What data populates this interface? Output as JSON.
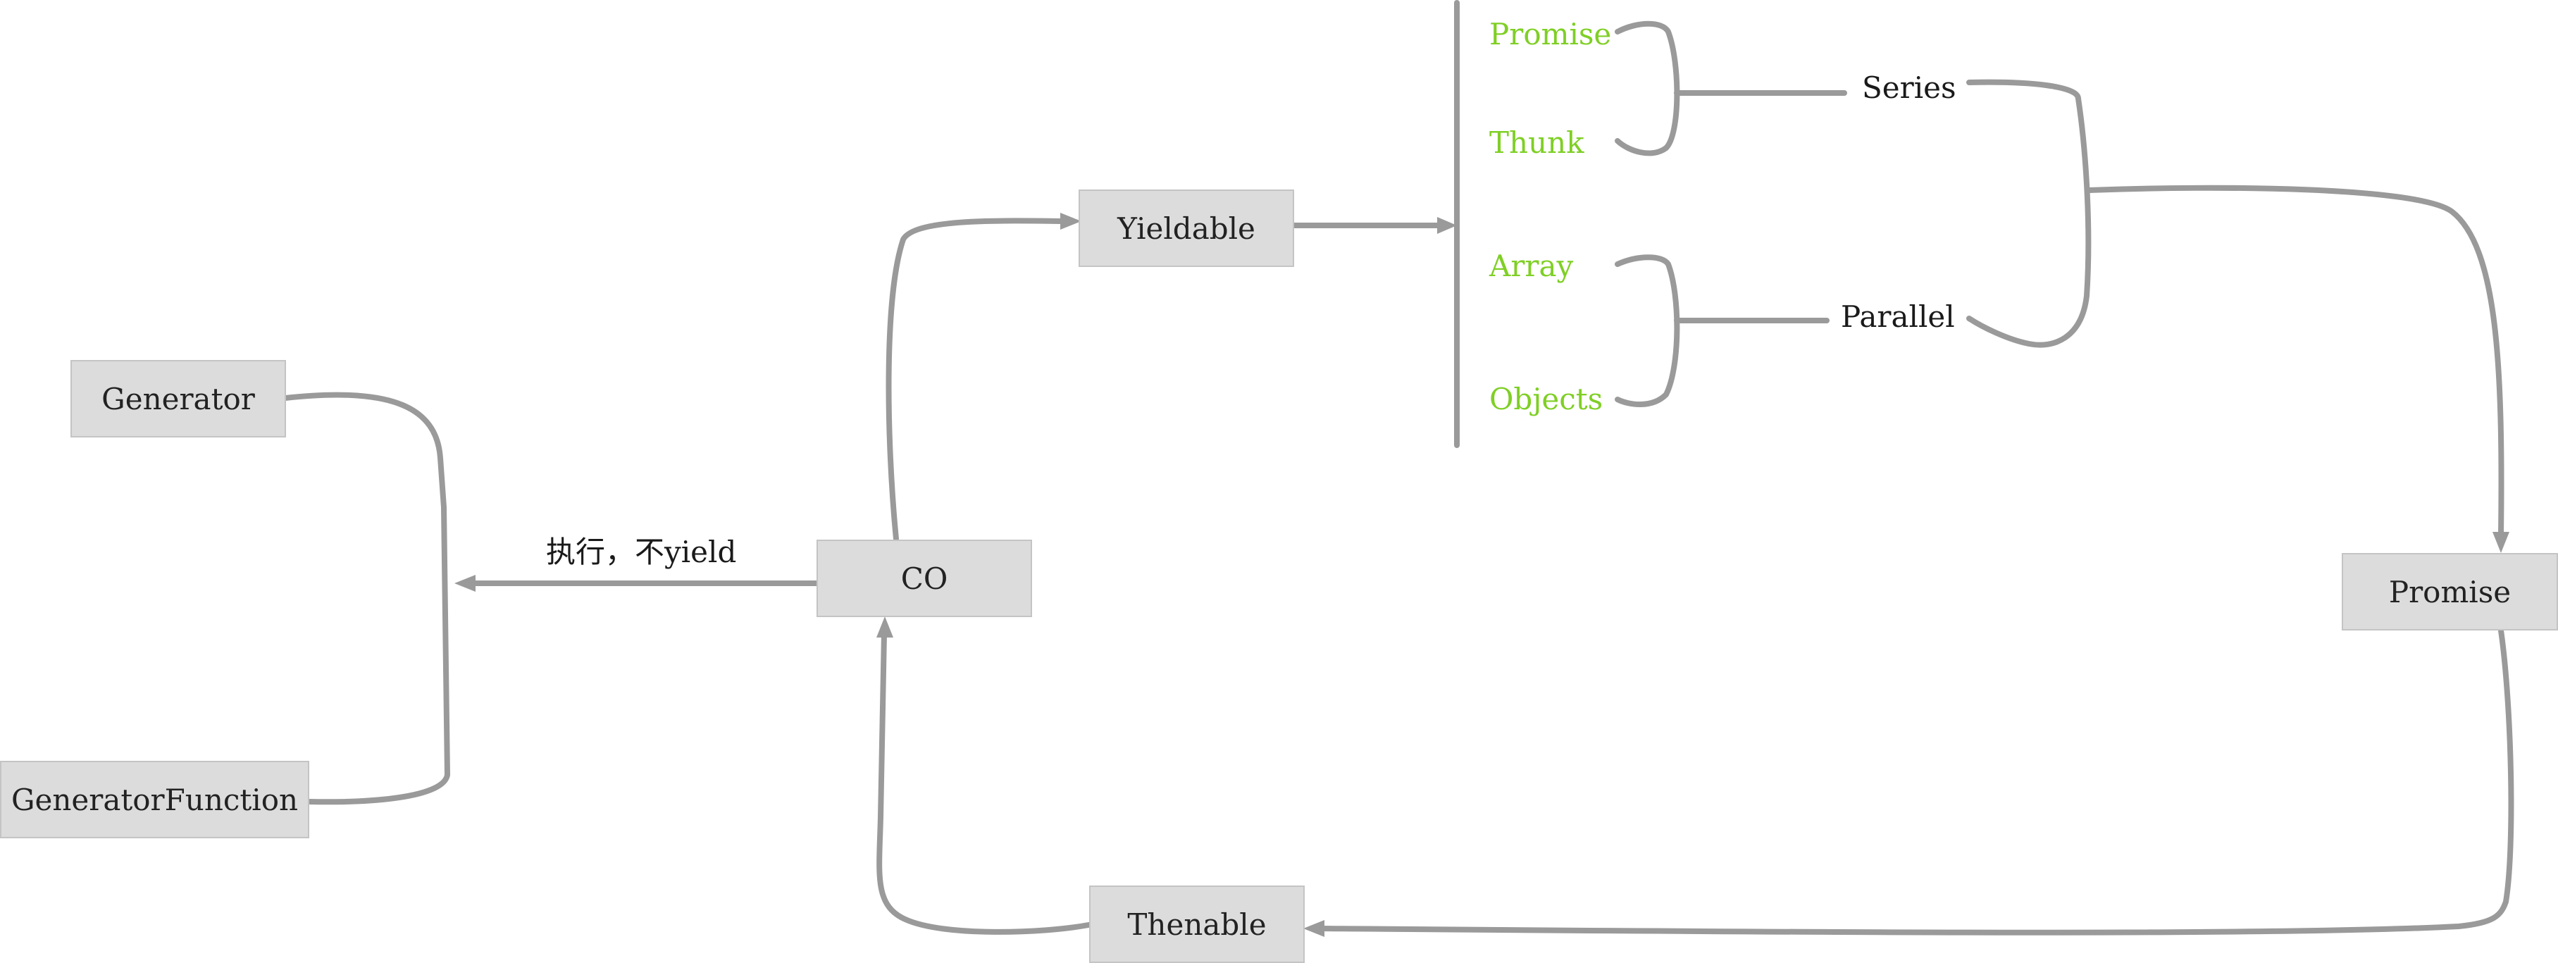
{
  "colors": {
    "line": "#9a9a9a",
    "box_fill": "#dcdcdc",
    "box_border": "#c4c4c4",
    "green_text": "#7fcf25",
    "dark_text": "#1a1a1a"
  },
  "nodes": {
    "generator": "Generator",
    "generator_function": "GeneratorFunction",
    "co": "CO",
    "yieldable": "Yieldable",
    "promise": "Promise",
    "thenable": "Thenable"
  },
  "edge_labels": {
    "co_to_generators": "执行，不yield"
  },
  "yieldable_types": {
    "promise": "Promise",
    "thunk": "Thunk",
    "array": "Array",
    "objects": "Objects"
  },
  "groups": {
    "series": "Series",
    "parallel": "Parallel"
  }
}
